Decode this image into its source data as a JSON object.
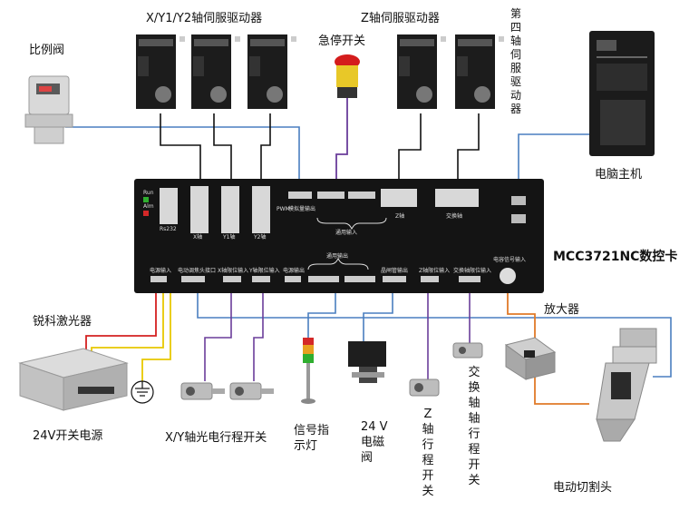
{
  "labels": {
    "proportional_valve": "比例阀",
    "xy_servo_drivers": "X/Y1/Y2轴伺服驱动器",
    "estop_switch": "急停开关",
    "z_servo_driver": "Z轴伺服驱动器",
    "fourth_axis_servo_driver": "第四轴伺服驱动器",
    "pc_host": "电脑主机",
    "card_name": "MCC3721NC数控卡",
    "laser": "锐科激光器",
    "psu": "24V开关电源",
    "xy_limit_switch": "X/Y轴光电行程开关",
    "signal_lamp": "信号指示灯",
    "solenoid_valve": "24 V电磁阀",
    "z_limit_switch": "Z轴行程开关",
    "exchange_limit_switch": "交换轴轴行程开关",
    "amplifier": "放大器",
    "cutting_head": "电动切割头"
  },
  "board": {
    "run": "Run",
    "alm": "Alm",
    "rs232": "Rs232",
    "x_axis": "X轴",
    "y1_axis": "Y1轴",
    "y2_axis": "Y2轴",
    "pwm": "PWM",
    "analog_out": "模拟量输出",
    "general_in": "通用输入",
    "z_axis": "Z轴",
    "exchange_axis": "交换轴",
    "power_in": "电源输入",
    "motor_detect": "电动调焦头接口",
    "x_limit": "X轴限位输入",
    "y_limit": "Y轴限位输入",
    "power_out": "电源输出",
    "general_out": "通用输出",
    "solenoid_out": "晶闸管输出",
    "z_limit": "Z轴限位输入",
    "exchange_limit": "交换轴限位输入",
    "capacitance_in": "电容信号输入"
  },
  "colors": {
    "board": "#141414",
    "black_wire": "#111111",
    "blue_wire": "#4a7fc0",
    "purple_wire": "#6a3d9a",
    "red_wire": "#d42020",
    "yellow_wire": "#e8c800",
    "orange_wire": "#e07a28"
  }
}
